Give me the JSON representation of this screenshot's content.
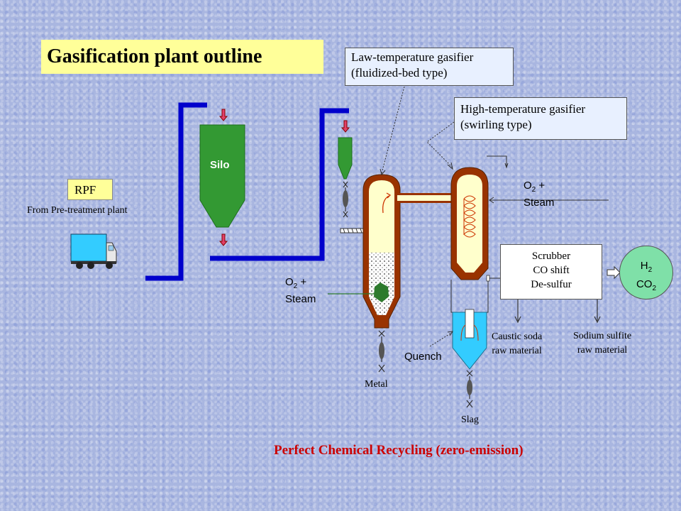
{
  "title": "Gasification plant outline",
  "callouts": {
    "low_temp": {
      "line1": "Law-temperature gasifier",
      "line2": "(fluidized-bed type)"
    },
    "high_temp": {
      "line1": "High-temperature gasifier",
      "line2": "(swirling type)"
    }
  },
  "labels": {
    "rpf": "RPF",
    "from_plant": "From Pre-treatment plant",
    "silo": "Silo",
    "o2_left": {
      "o": "O",
      "sub": "2",
      "plus": " +",
      "steam": "Steam"
    },
    "o2_right": {
      "o": "O",
      "sub": "2",
      "plus": " +",
      "steam": "Steam"
    },
    "metal": "Metal",
    "quench": "Quench",
    "slag": "Slag",
    "scrubber": [
      "Scrubber",
      "CO shift",
      "De-sulfur"
    ],
    "h2": {
      "h": "H",
      "sub": "2"
    },
    "co2": {
      "co": "CO",
      "sub": "2"
    },
    "caustic": [
      "Caustic soda",
      "raw material"
    ],
    "sodium": [
      "Sodium sulfite",
      "raw material"
    ],
    "bottom": "Perfect Chemical Recycling (zero-emission)"
  },
  "colors": {
    "pipe_blue": "#0000cc",
    "silo_green": "#339933",
    "reactor_brown": "#993300",
    "reactor_inner": "#ffffcc",
    "quench_cyan": "#33ccff",
    "title_yellow": "#ffff99",
    "accent_red": "#cc0000"
  }
}
